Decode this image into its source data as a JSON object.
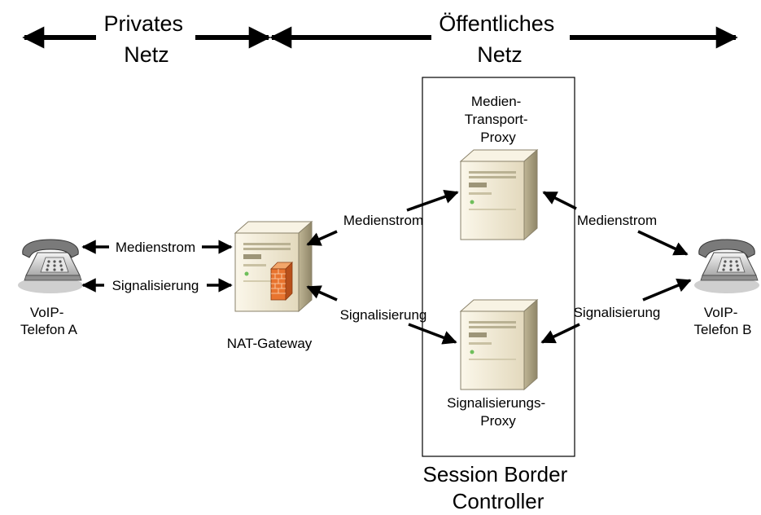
{
  "zones": {
    "private": {
      "line1": "Privates",
      "line2": "Netz"
    },
    "public": {
      "line1": "Öffentliches",
      "line2": "Netz"
    }
  },
  "devices": {
    "phone_a": {
      "line1": "VoIP-",
      "line2": "Telefon A",
      "icon": "telephone-icon"
    },
    "phone_b": {
      "line1": "VoIP-",
      "line2": "Telefon B",
      "icon": "telephone-icon"
    },
    "nat_gateway": {
      "label": "NAT-Gateway",
      "icon": "server-firewall-icon"
    },
    "media_proxy": {
      "line1": "Medien-",
      "line2": "Transport-",
      "line3": "Proxy",
      "icon": "server-icon"
    },
    "signaling_proxy": {
      "line1": "Signalisierungs-",
      "line2": "Proxy",
      "icon": "server-icon"
    }
  },
  "box": {
    "line1": "Session Border",
    "line2": "Controller"
  },
  "links": {
    "a_media": "Medienstrom",
    "a_signal": "Signalisierung",
    "nat_media": "Medienstrom",
    "nat_signal": "Signalisierung",
    "b_media": "Medienstrom",
    "b_signal": "Signalisierung"
  }
}
